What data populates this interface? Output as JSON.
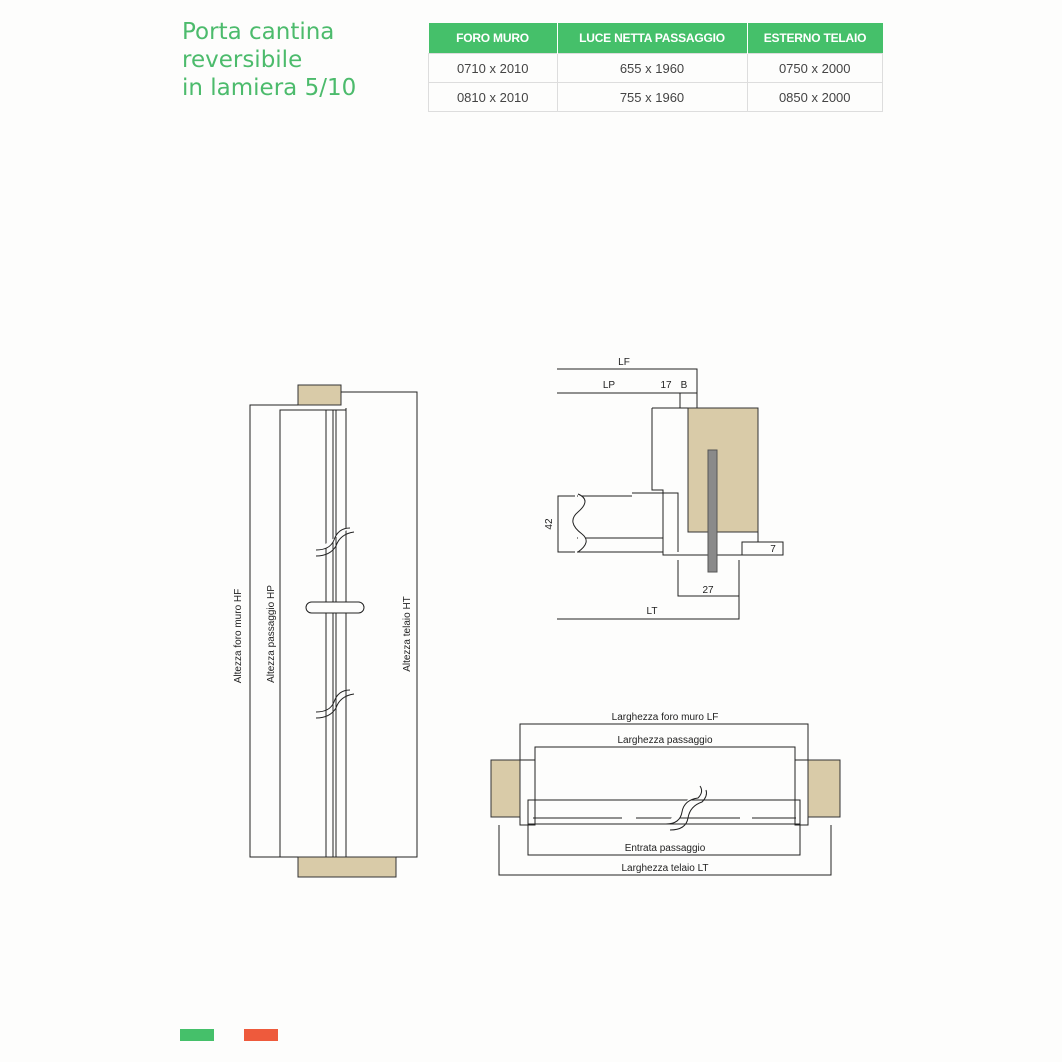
{
  "title": {
    "line1": "Porta cantina",
    "line2": "reversibile",
    "line3": "in lamiera 5/10"
  },
  "table": {
    "headers": [
      "FORO MURO",
      "LUCE NETTA PASSAGGIO",
      "ESTERNO TELAIO"
    ],
    "rows": [
      [
        "0710 x 2010",
        "655 x 1960",
        "0750 x 2000"
      ],
      [
        "0810 x 2010",
        "755 x 1960",
        "0850 x 2000"
      ]
    ]
  },
  "elevation": {
    "label_hf": "Altezza foro muro HF",
    "label_hp": "Altezza passaggio HP",
    "label_ht": "Altezza telaio HT"
  },
  "section": {
    "lf": "LF",
    "lp": "LP",
    "d17": "17",
    "b": "B",
    "d42": "42",
    "d7": "7",
    "d27": "27",
    "lt": "LT"
  },
  "plan": {
    "larghezza_foro": "Larghezza foro muro LF",
    "larghezza_passaggio": "Larghezza passaggio",
    "entrata": "Entrata passaggio",
    "larghezza_telaio": "Larghezza telaio LT"
  },
  "colors": {
    "accent_green": "#45c06a",
    "title_green": "#4cbb6c",
    "wood": "#d9cba8",
    "steel": "#8a8a8a",
    "flag_red": "#ee5a3c"
  }
}
